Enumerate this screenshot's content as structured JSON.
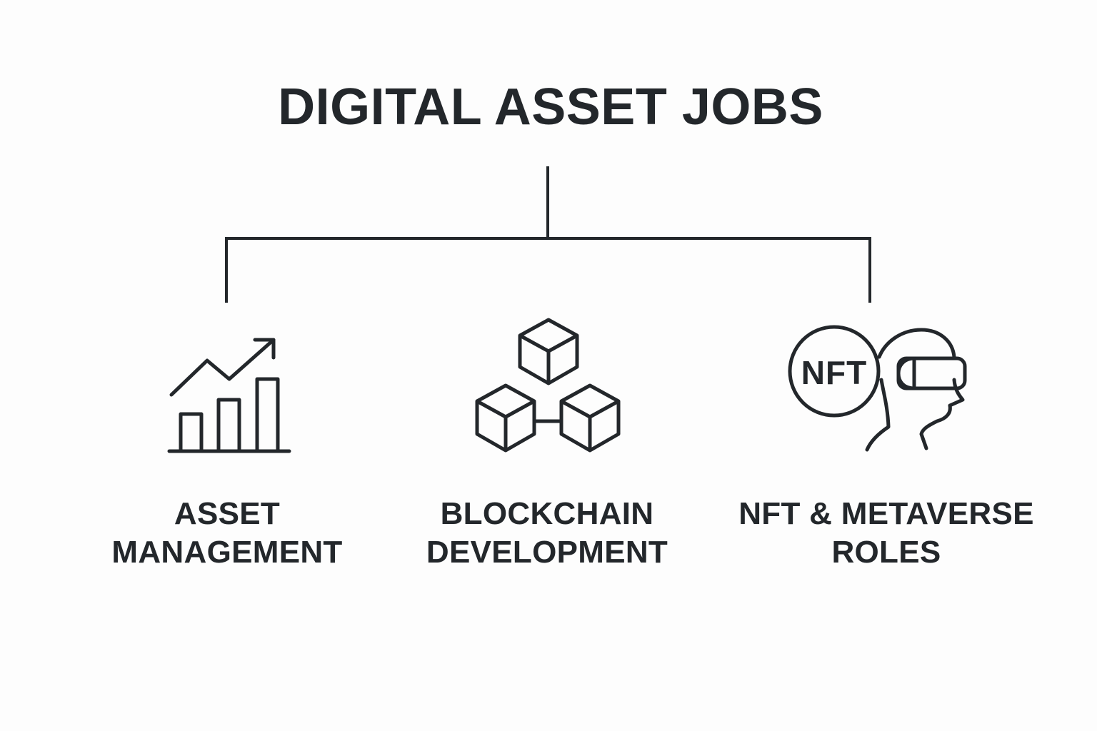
{
  "title": "DIGITAL ASSET JOBS",
  "colors": {
    "ink": "#23272b",
    "background": "#fdfdfd"
  },
  "branches": [
    {
      "icon": "growth-chart-icon",
      "label_lines": [
        "ASSET",
        "MANAGEMENT"
      ]
    },
    {
      "icon": "blockchain-cubes-icon",
      "label_lines": [
        "BLOCKCHAIN",
        "DEVELOPMENT"
      ]
    },
    {
      "icon": "nft-vr-headset-icon",
      "nft_badge": "NFT",
      "label_lines": [
        "NFT & METAVERSE",
        "ROLES"
      ]
    }
  ]
}
